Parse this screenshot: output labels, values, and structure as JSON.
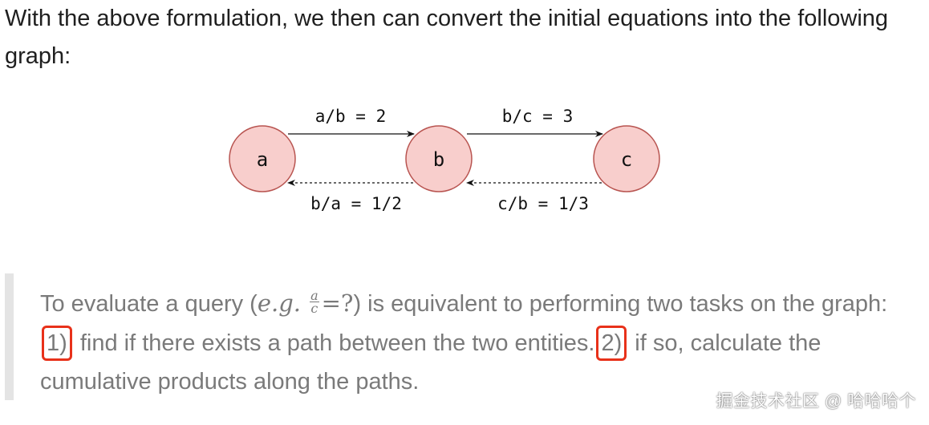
{
  "intro": {
    "text": "With the above formulation, we then can convert the initial equations into the following graph:"
  },
  "graph": {
    "nodes": [
      {
        "id": "a",
        "label": "a"
      },
      {
        "id": "b",
        "label": "b"
      },
      {
        "id": "c",
        "label": "c"
      }
    ],
    "edges": [
      {
        "from": "a",
        "to": "b",
        "label": "a/b = 2",
        "style": "solid"
      },
      {
        "from": "b",
        "to": "c",
        "label": "b/c = 3",
        "style": "solid"
      },
      {
        "from": "b",
        "to": "a",
        "label": "b/a = 1/2",
        "style": "dashed"
      },
      {
        "from": "c",
        "to": "b",
        "label": "c/b = 1/3",
        "style": "dashed"
      }
    ],
    "node_fill": "#f8cecc",
    "node_stroke": "#b85450"
  },
  "quote": {
    "part1": "To evaluate a query (",
    "eg": "e.g.",
    "frac_num": "a",
    "frac_den": "c",
    "eq_rest": "=?",
    "part2": ") is equivalent to performing two tasks on the graph: ",
    "step1": "1)",
    "part3": " find if there exists a path between the two entities.",
    "step2": "2)",
    "part4": " if so, calculate the cumulative products along the paths.",
    "highlight_color": "#e8311a"
  },
  "watermark": {
    "text": "掘金技术社区 @ 哈哈哈个"
  }
}
